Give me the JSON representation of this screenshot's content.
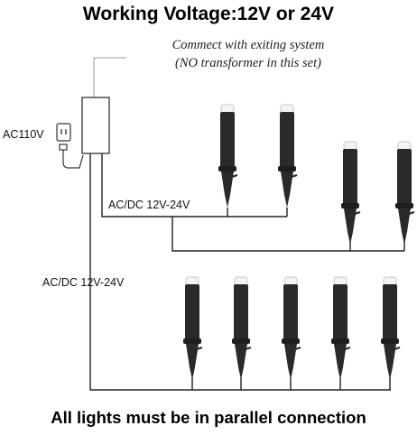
{
  "title": "Working Voltage:12V or 24V",
  "note": {
    "line1": "Commect with exiting system",
    "line2": "(NO transformer in this set)"
  },
  "labels": {
    "mains": "AC110V",
    "branch_upper": "AC/DC 12V-24V",
    "branch_lower": "AC/DC 12V-24V"
  },
  "footer": "All lights must be in parallel connection",
  "icons": [
    "power-outlet-icon",
    "transformer-icon",
    "plug-cord-icon",
    "spike-light-icon"
  ],
  "colors": {
    "wire": "#222222",
    "light_body": "#2a2a2a",
    "light_lens": "#f4f4f4",
    "guide_line": "#9a9a9a"
  },
  "light_count": 9
}
